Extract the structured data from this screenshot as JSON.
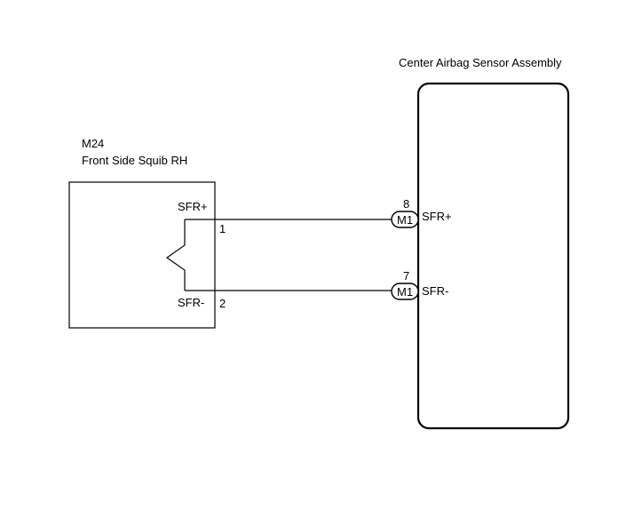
{
  "left_component": {
    "code": "M24",
    "name": "Front Side Squib RH",
    "pins": [
      {
        "signal": "SFR+",
        "number": "1"
      },
      {
        "signal": "SFR-",
        "number": "2"
      }
    ]
  },
  "right_component": {
    "name": "Center Airbag Sensor Assembly",
    "pins": [
      {
        "connector": "M1",
        "number": "8",
        "signal": "SFR+"
      },
      {
        "connector": "M1",
        "number": "7",
        "signal": "SFR-"
      }
    ]
  }
}
